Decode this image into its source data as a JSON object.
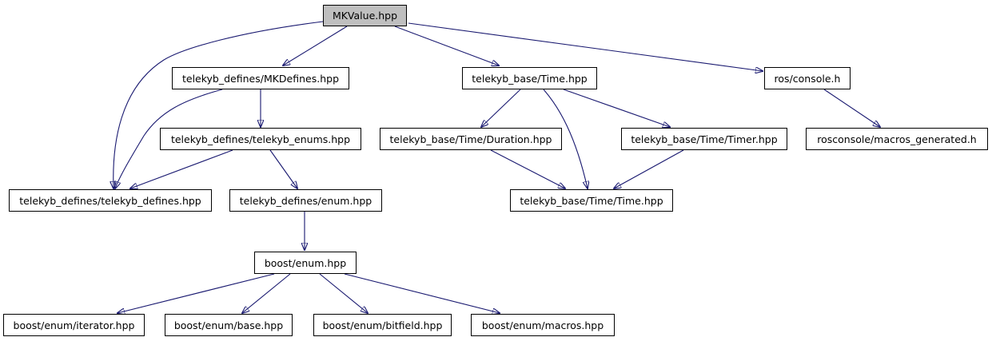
{
  "diagram": {
    "colors": {
      "edge": "#191970",
      "root_fill": "#bfbfbf",
      "node_fill": "#ffffff",
      "border": "#000000"
    },
    "nodes": {
      "mkvalue": "MKValue.hpp",
      "mkdefines": "telekyb_defines/MKDefines.hpp",
      "base_time": "telekyb_base/Time.hpp",
      "ros_console": "ros/console.h",
      "telekyb_enums": "telekyb_defines/telekyb_enums.hpp",
      "duration": "telekyb_base/Time/Duration.hpp",
      "timer": "telekyb_base/Time/Timer.hpp",
      "macros_generated": "rosconsole/macros_generated.h",
      "telekyb_defines": "telekyb_defines/telekyb_defines.hpp",
      "enum_hpp": "telekyb_defines/enum.hpp",
      "time_time": "telekyb_base/Time/Time.hpp",
      "boost_enum": "boost/enum.hpp",
      "iterator": "boost/enum/iterator.hpp",
      "base": "boost/enum/base.hpp",
      "bitfield": "boost/enum/bitfield.hpp",
      "macros": "boost/enum/macros.hpp"
    }
  }
}
